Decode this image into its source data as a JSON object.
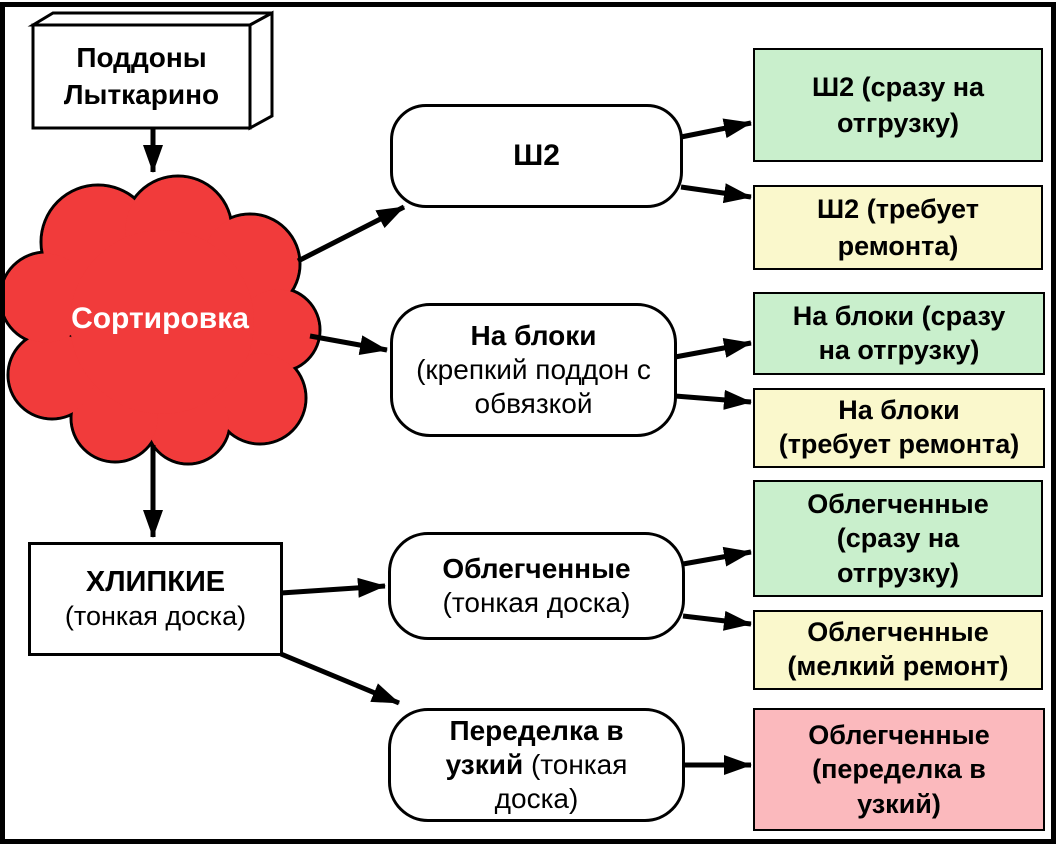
{
  "colors": {
    "cloud_red": "#F13B3B",
    "outcome_green": "#C9EFCC",
    "outcome_yellow": "#FAF8CC",
    "outcome_pink": "#FBB9BD",
    "line_black": "#000000",
    "node_white": "#FFFFFF"
  },
  "source": {
    "label": "Поддоны\nЛыткарино"
  },
  "hub": {
    "label": "Сортировка"
  },
  "nodes": {
    "sh2": {
      "bold": "Ш2"
    },
    "nabloki": {
      "bold": "На блоки",
      "rest": "(крепкий поддон с\nобвязкой"
    },
    "khlipkie": {
      "bold": "ХЛИПКИЕ",
      "rest": "(тонкая доска)"
    },
    "oblegchennye": {
      "bold": "Облегченные",
      "rest": "(тонкая доска)"
    },
    "peredelka": {
      "bold": "Переделка в узкий",
      "rest": "(тонкая доска)"
    }
  },
  "outcomes": {
    "sh2_ship": {
      "label": "Ш2 (сразу на\nотгрузку)",
      "color": "green"
    },
    "sh2_repair": {
      "label": "Ш2 (требует\nремонта)",
      "color": "yellow"
    },
    "bloki_ship": {
      "label": "На блоки (сразу\nна отгрузку)",
      "color": "green"
    },
    "bloki_repair": {
      "label": "На блоки\n(требует ремонта)",
      "color": "yellow"
    },
    "obl_ship": {
      "label": "Облегченные\n(сразу на\nотгрузку)",
      "color": "green"
    },
    "obl_repair": {
      "label": "Облегченные\n(мелкий ремонт)",
      "color": "yellow"
    },
    "obl_narrow": {
      "label": "Облегченные\n(переделка в\nузкий)",
      "color": "pink"
    }
  }
}
